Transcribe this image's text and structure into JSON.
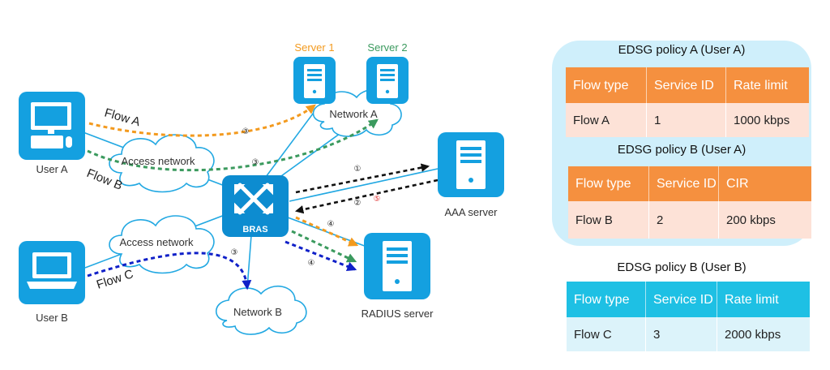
{
  "diagram": {
    "devices": {
      "user_a": "User A",
      "user_b": "User B",
      "server_1": "Server 1",
      "server_2": "Server 2",
      "aaa_server": "AAA server",
      "radius_server": "RADIUS server",
      "bras": "BRAS"
    },
    "clouds": {
      "access_network_top": "Access network",
      "access_network_bottom": "Access network",
      "network_a": "Network A",
      "network_b": "Network B"
    },
    "flows": {
      "flow_a": "Flow A",
      "flow_b": "Flow B",
      "flow_c": "Flow C"
    },
    "steps": {
      "step_1": "①",
      "step_2": "②",
      "step_3_a": "③",
      "step_3_b": "③",
      "step_3_c": "③",
      "step_4_a": "④",
      "step_4_b": "④",
      "step_5": "⑤"
    },
    "colors": {
      "device_blue": "#14a0e0",
      "flow_a": "#f39a1e",
      "flow_b": "#3b9a5e",
      "flow_c": "#1020c8",
      "signaling": "#111111",
      "step_5": "#e03030"
    }
  },
  "policies": [
    {
      "title": "EDSG policy A (User A)",
      "headers": [
        "Flow type",
        "Service ID",
        "Rate limit"
      ],
      "row": [
        "Flow A",
        "1",
        "1000 kbps"
      ]
    },
    {
      "title": "EDSG policy B (User A)",
      "headers": [
        "Flow type",
        "Service ID",
        "CIR"
      ],
      "row": [
        "Flow B",
        "2",
        "200 kbps"
      ]
    },
    {
      "title": "EDSG policy B (User B)",
      "headers": [
        "Flow type",
        "Service ID",
        "Rate limit"
      ],
      "row": [
        "Flow C",
        "3",
        "2000 kbps"
      ]
    }
  ]
}
